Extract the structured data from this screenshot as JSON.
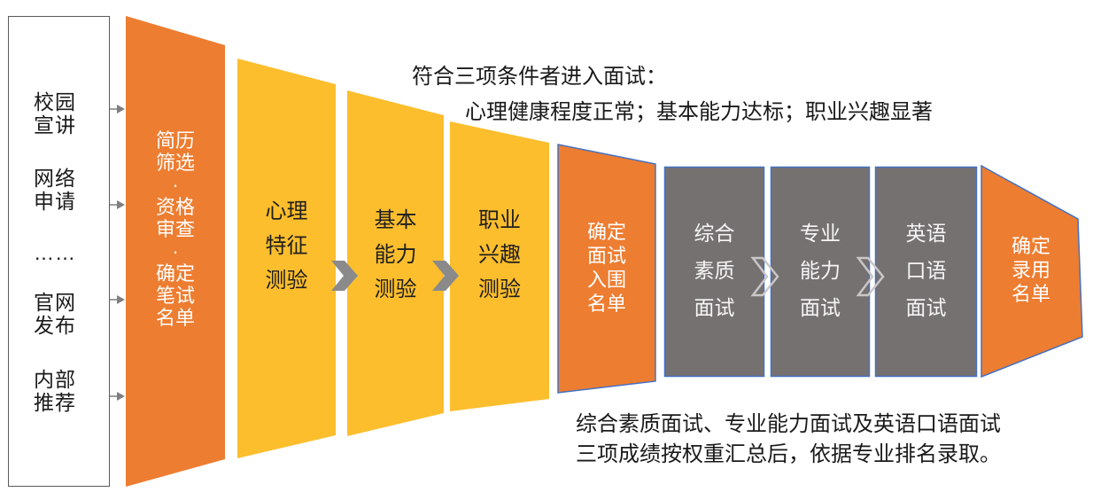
{
  "colors": {
    "orange": "#ED7D31",
    "yellow": "#FCBE2D",
    "gray": "#767171",
    "border_blue": "#4472C4",
    "box_border": "#595959",
    "arrow_gray": "#7F7F7F",
    "chevron_solid": "#8A8A8A",
    "chevron_outline": "#C9C7C7",
    "text_dark": "#1A1A1A",
    "text_light": "#FFFFFF"
  },
  "source_panel": {
    "items": [
      {
        "label": "校园\n宣讲"
      },
      {
        "label": "网络\n申请"
      },
      {
        "label": "……"
      },
      {
        "label": "官网\n发布"
      },
      {
        "label": "内部\n推荐"
      }
    ]
  },
  "funnel": {
    "stages": [
      {
        "id": "resume-screening",
        "label": "简历\n筛选\n·\n资格\n审查\n·\n确定\n笔试\n名单"
      },
      {
        "id": "psych-trait-test",
        "label": "心理\n特征\n测验"
      },
      {
        "id": "basic-ability-test",
        "label": "基本\n能力\n测验"
      },
      {
        "id": "career-interest-test",
        "label": "职业\n兴趣\n测验"
      },
      {
        "id": "interview-shortlist",
        "label": "确定\n面试\n入围\n名单"
      },
      {
        "id": "comprehensive-interview",
        "label": "综合\n素质\n面试"
      },
      {
        "id": "professional-interview",
        "label": "专业\n能力\n面试"
      },
      {
        "id": "english-oral-interview",
        "label": "英语\n口语\n面试"
      },
      {
        "id": "hire-list",
        "label": "确定\n录用\n名单"
      }
    ]
  },
  "annotations": {
    "top_line1": "符合三项条件者进入面试：",
    "top_line2": "心理健康程度正常；基本能力达标；职业兴趣显著",
    "bottom_line1": "综合素质面试、专业能力面试及英语口语面试",
    "bottom_line2": "三项成绩按权重汇总后，依据专业排名录取。"
  }
}
